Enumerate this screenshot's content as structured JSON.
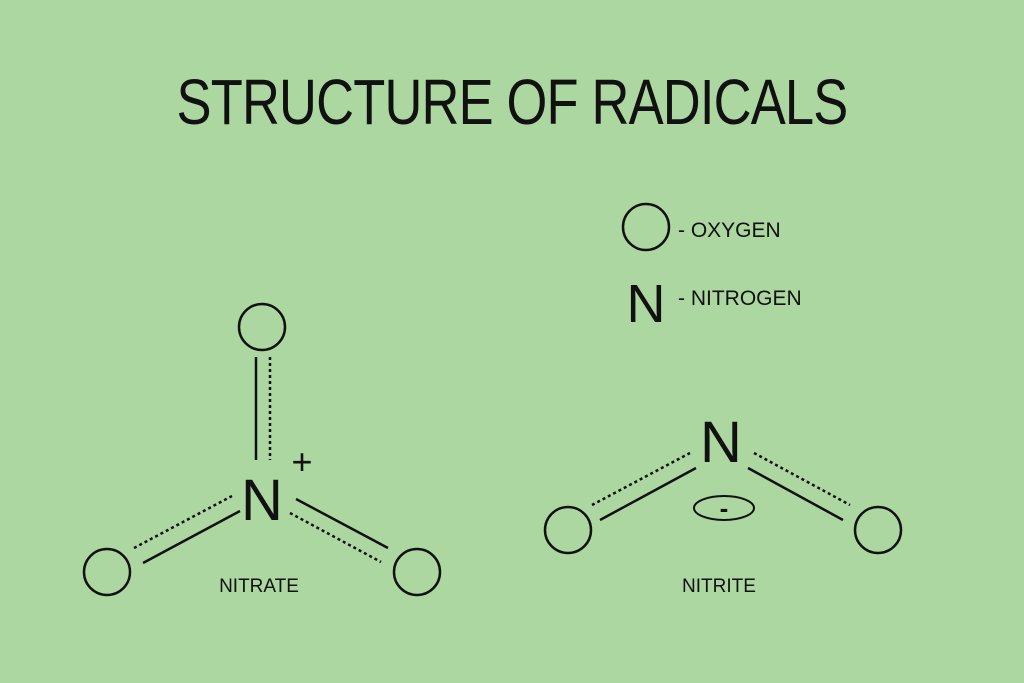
{
  "title": "STRUCTURE OF RADICALS",
  "legend": {
    "oxygen_label": "- OXYGEN",
    "nitrogen_symbol": "N",
    "nitrogen_label": "- NITROGEN"
  },
  "nitrate": {
    "center_atom": "N",
    "charge": "+",
    "caption": "NITRATE"
  },
  "nitrite": {
    "center_atom": "N",
    "charge": "-",
    "caption": "NITRITE"
  },
  "colors": {
    "background": "#acd7a0",
    "ink": "#111111"
  }
}
